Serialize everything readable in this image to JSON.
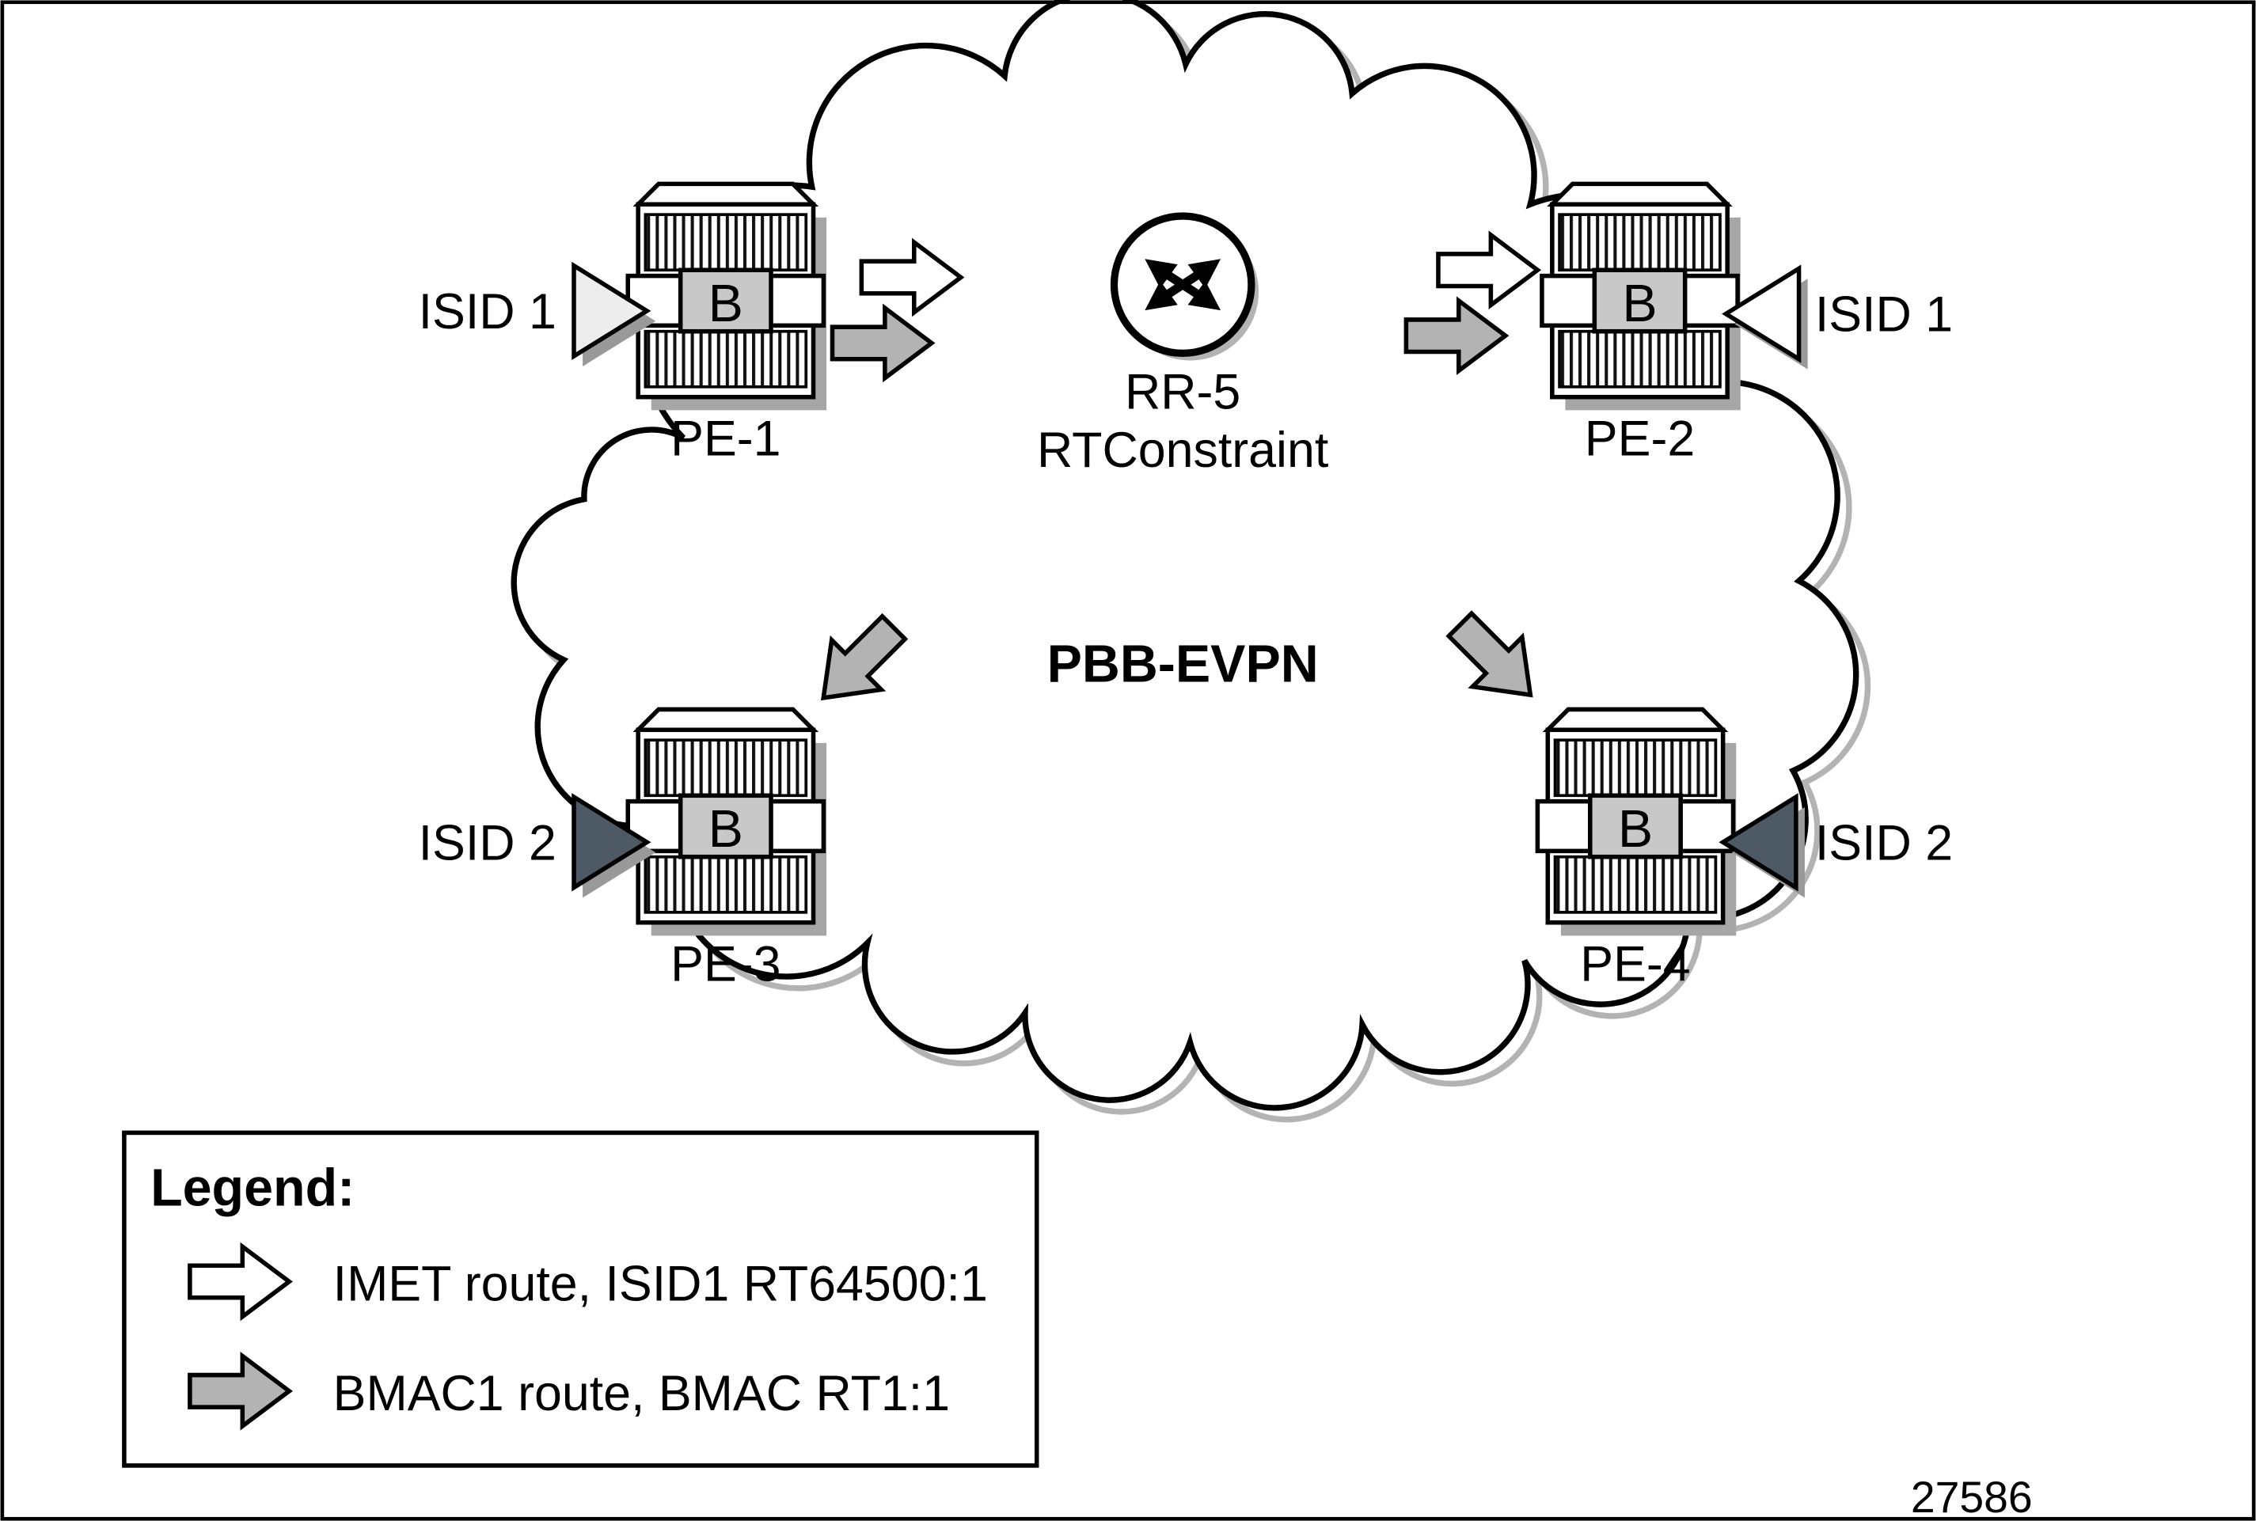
{
  "figure": {
    "cloud_label": "PBB-EVPN",
    "figure_number": "27586",
    "router_letter": "B",
    "rr": {
      "name": "RR-5",
      "role": "RTConstraint"
    },
    "pes": [
      {
        "id": "PE-1",
        "isid": "ISID 1"
      },
      {
        "id": "PE-2",
        "isid": "ISID 1"
      },
      {
        "id": "PE-3",
        "isid": "ISID 2"
      },
      {
        "id": "PE-4",
        "isid": "ISID 2"
      }
    ],
    "legend": {
      "title": "Legend:",
      "items": [
        {
          "symbol": "white-block-arrow",
          "label": "IMET route, ISID1 RT64500:1"
        },
        {
          "symbol": "gray-block-arrow",
          "label": "BMAC1 route, BMAC RT1:1"
        }
      ]
    },
    "colors": {
      "white_arrow": "#ffffff",
      "gray_arrow": "#b3b3b3",
      "isid1_triangle": "#ededed",
      "isid2_triangle": "#4d5965",
      "outline": "#000000",
      "shadow": "#a6a6a6"
    }
  }
}
